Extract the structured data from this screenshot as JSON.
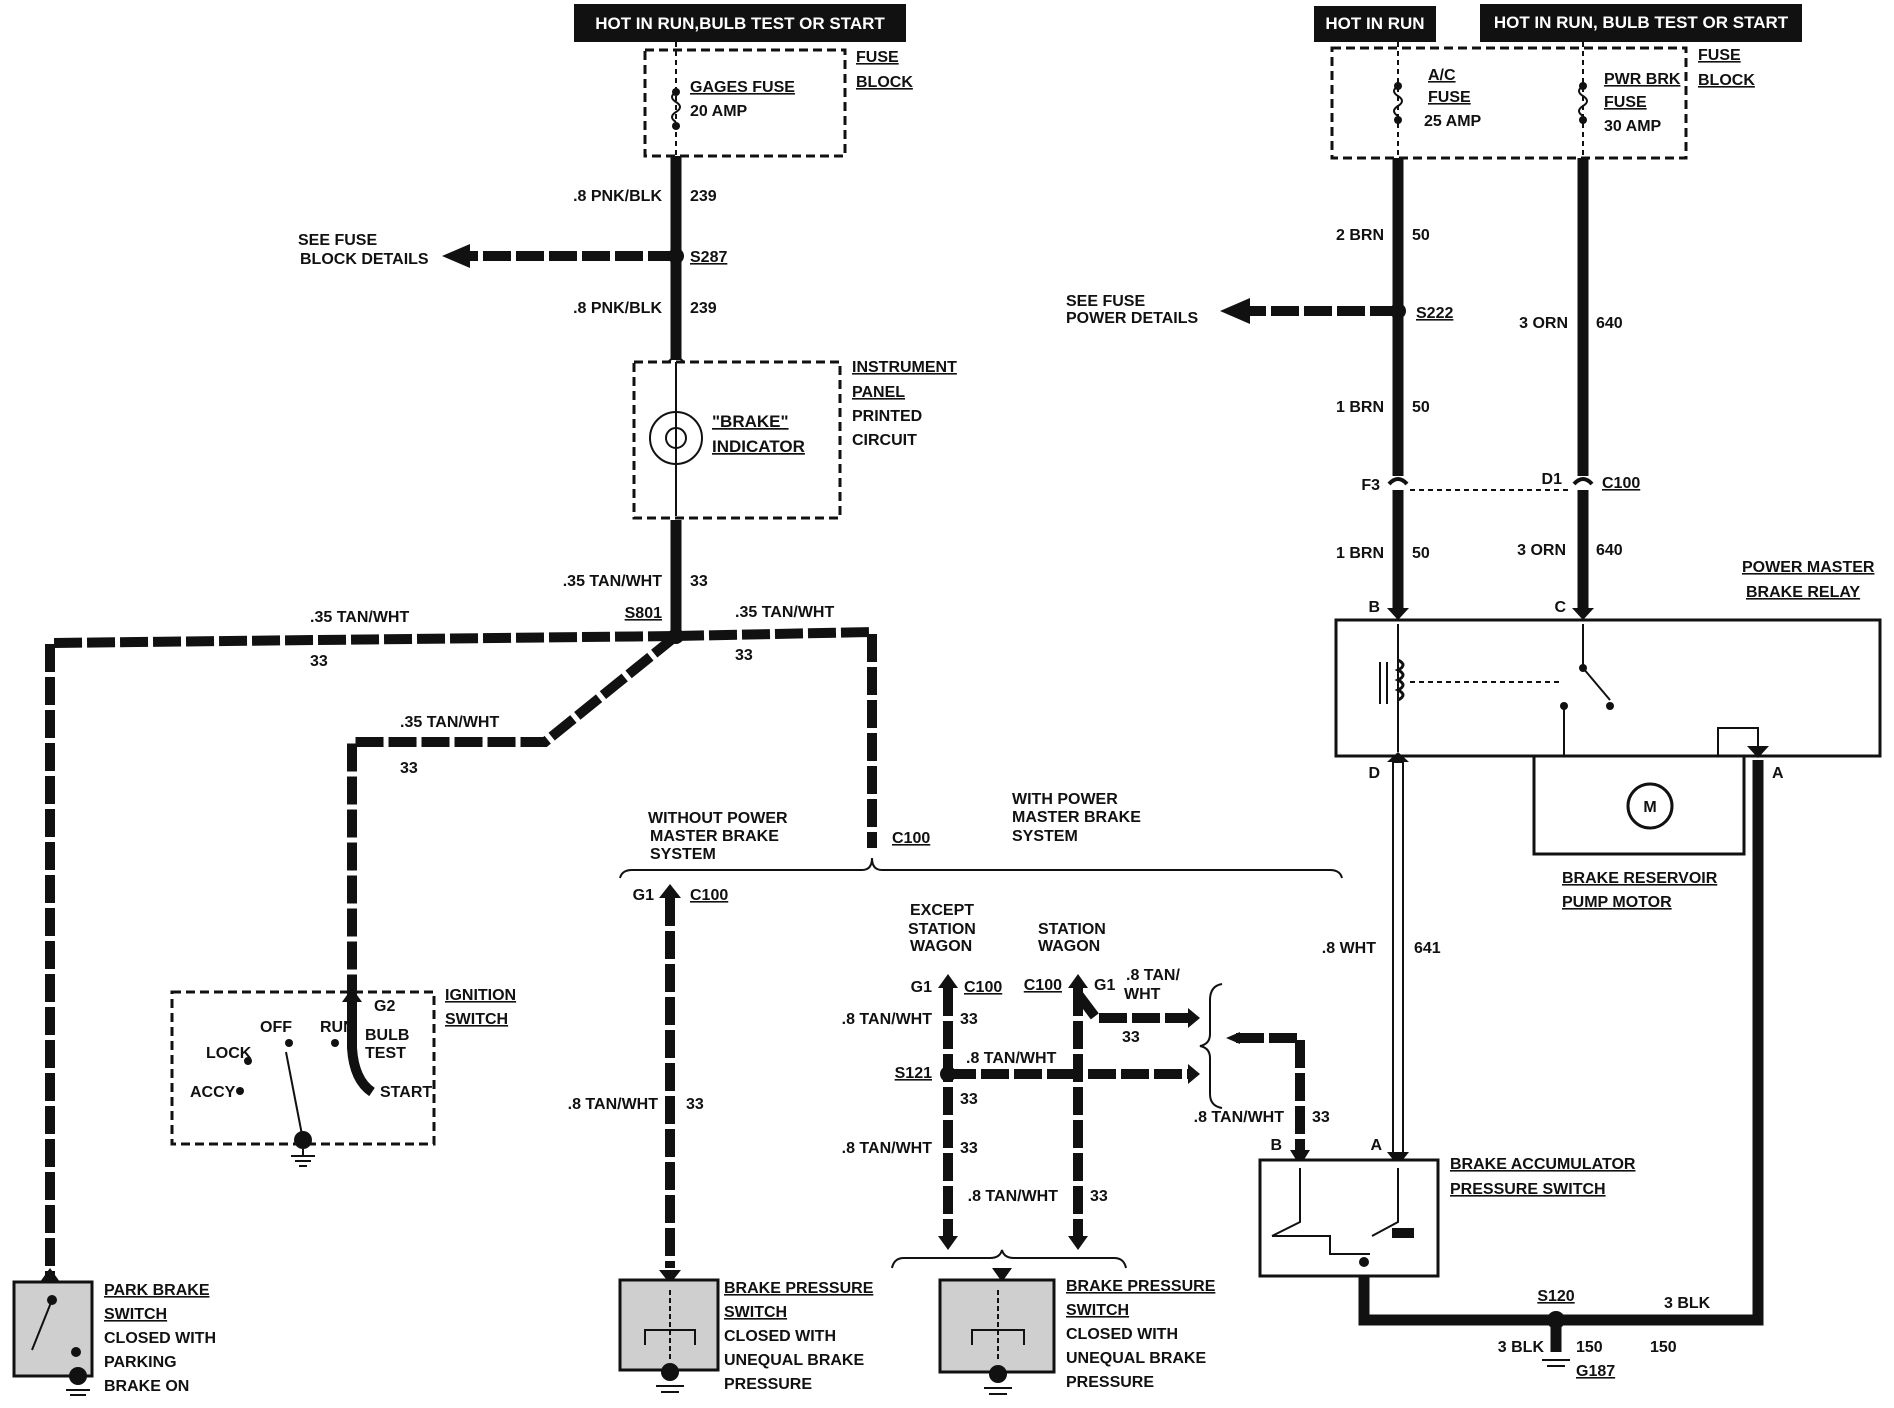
{
  "power": {
    "left_banner": "HOT IN RUN,BULB TEST OR START",
    "right_banner_1": "HOT IN RUN",
    "right_banner_2": "HOT IN RUN, BULB TEST OR START"
  },
  "fuse_block_left": {
    "label": [
      "FUSE",
      "BLOCK"
    ],
    "fuse_name": "GAGES FUSE",
    "fuse_rating": "20 AMP"
  },
  "fuse_block_right": {
    "label": [
      "FUSE",
      "BLOCK"
    ],
    "fuse1_name": [
      "A/C",
      "FUSE"
    ],
    "fuse1_rating": "25 AMP",
    "fuse2_name": [
      "PWR BRK",
      "FUSE"
    ],
    "fuse2_rating": "30 AMP"
  },
  "left_circuit": {
    "wire_top_color": ".8 PNK/BLK",
    "wire_top_num": "239",
    "splice_s287": "S287",
    "see_fuse_block": [
      "SEE FUSE",
      "BLOCK DETAILS"
    ],
    "wire_bottom_color": ".8 PNK/BLK",
    "wire_bottom_num": "239",
    "instrument_panel": [
      "INSTRUMENT",
      "PANEL",
      "PRINTED",
      "CIRCUIT"
    ],
    "brake_indicator": [
      "\"BRAKE\"",
      "INDICATOR"
    ],
    "wire_33_color": ".35 TAN/WHT",
    "wire_33_num": "33",
    "splice_s801": "S801",
    "left_branch_color": ".35 TAN/WHT",
    "left_branch_num": "33",
    "right_branch_color": ".35 TAN/WHT",
    "right_branch_num": "33",
    "ign_branch_color": ".35 TAN/WHT",
    "ign_branch_num": "33",
    "c100": "C100"
  },
  "ignition": {
    "label": [
      "IGNITION",
      "SWITCH"
    ],
    "positions": [
      "LOCK",
      "OFF",
      "RUN",
      "BULB",
      "TEST",
      "ACCY",
      "START"
    ],
    "terminal": "G2"
  },
  "park_brake": {
    "label": [
      "PARK BRAKE",
      "SWITCH",
      "CLOSED WITH",
      "PARKING",
      "BRAKE ON"
    ]
  },
  "system_labels": {
    "without": [
      "WITHOUT POWER",
      "MASTER BRAKE",
      "SYSTEM"
    ],
    "with": [
      "WITH POWER",
      "MASTER BRAKE",
      "SYSTEM"
    ],
    "except_wagon": [
      "EXCEPT",
      "STATION",
      "WAGON"
    ],
    "wagon": [
      "STATION",
      "WAGON"
    ]
  },
  "without_branch": {
    "terminal": "G1",
    "connector": "C100",
    "wire_color": ".8 TAN/WHT",
    "wire_num": "33"
  },
  "brake_pressure_switch": {
    "label": [
      "BRAKE PRESSURE",
      "SWITCH",
      "CLOSED WITH",
      "UNEQUAL BRAKE",
      "PRESSURE"
    ]
  },
  "with_branch": {
    "ex_terminal": "G1",
    "ex_connector": "C100",
    "ex_wire1_color": ".8 TAN/WHT",
    "ex_wire1_num": "33",
    "splice_s121": "S121",
    "s121_wire_color": ".8 TAN/WHT",
    "s121_wire_num": "33",
    "ex_wire2_color": ".8 TAN/WHT",
    "ex_wire2_num": "33",
    "wg_connector": "C100",
    "wg_terminal": "G1",
    "wg_wire1_color": [
      ".8 TAN/",
      "WHT"
    ],
    "wg_wire1_num": "33",
    "wg_wire2_color": ".8 TAN/WHT",
    "wg_wire2_num": "33",
    "accum_wire_color": ".8 TAN/WHT",
    "accum_wire_num": "33"
  },
  "right_circuit": {
    "wire_brn_top_color": "2 BRN",
    "wire_brn_top_num": "50",
    "splice_s222": "S222",
    "see_fuse_power": [
      "SEE FUSE",
      "POWER DETAILS"
    ],
    "wire_orn_top_color": "3 ORN",
    "wire_orn_top_num": "640",
    "wire_brn_mid_color": "1 BRN",
    "wire_brn_mid_num": "50",
    "conn_f3": "F3",
    "conn_d1": "D1",
    "c100": "C100",
    "wire_brn_bot_color": "1 BRN",
    "wire_brn_bot_num": "50",
    "wire_orn_bot_color": "3 ORN",
    "wire_orn_bot_num": "640",
    "relay_label": [
      "POWER MASTER",
      "BRAKE RELAY"
    ],
    "relay_b": "B",
    "relay_c": "C",
    "relay_d": "D",
    "relay_a": "A",
    "pump_label": [
      "BRAKE RESERVOIR",
      "PUMP MOTOR"
    ],
    "motor_symbol": "M",
    "wht_wire_color": ".8 WHT",
    "wht_wire_num": "641",
    "accum_label": [
      "BRAKE ACCUMULATOR",
      "PRESSURE SWITCH"
    ],
    "accum_b": "B",
    "accum_a": "A",
    "splice_s120": "S120",
    "blk_right_color": "3 BLK",
    "blk_left_color": "3 BLK",
    "blk_num_1": "150",
    "blk_num_2": "150",
    "ground": "G187"
  }
}
